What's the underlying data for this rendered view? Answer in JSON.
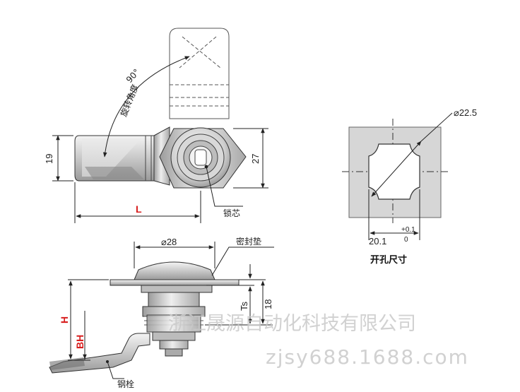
{
  "labels": {
    "angle": "90°",
    "rotation": "旋转角度",
    "height_19": "19",
    "height_27": "27",
    "length_L": "L",
    "lock_core": "锁芯",
    "diameter_225": "⌀22.5",
    "width_201": "20.1",
    "tol_plus": "+0.1",
    "tol_zero": "0",
    "cutout_size": "开孔尺寸",
    "diameter_28": "⌀28",
    "seal_gasket": "密封垫",
    "dim_H": "H",
    "dim_BH": "BH",
    "dim_Ts": "Ts",
    "dim_18": "18",
    "steel_pin": "钢栓"
  },
  "watermark": {
    "company": "浙江晟源自动化科技有限公司",
    "site": "zjsy688.1688.com"
  },
  "colors": {
    "accent_red": "#d81e1e",
    "line": "#333333",
    "metal": "#cfcfcf",
    "watermark": "#c9c9c9"
  }
}
